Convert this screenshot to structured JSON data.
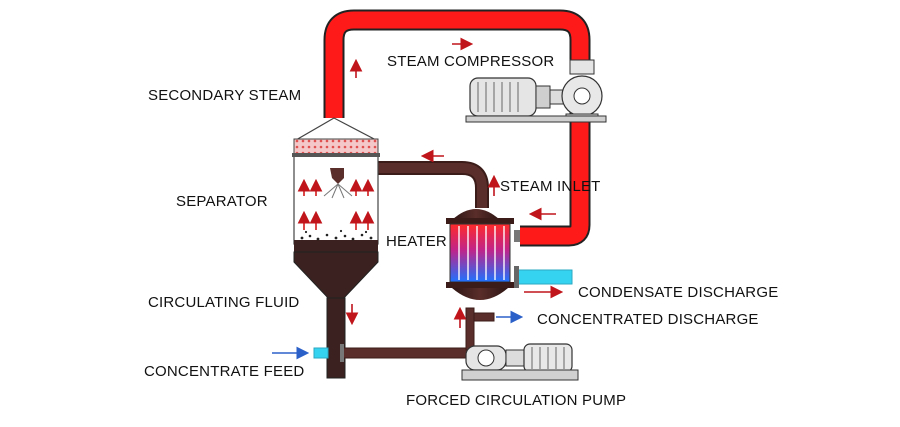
{
  "labels": {
    "secondary_steam": "SECONDARY STEAM",
    "steam_compressor": "STEAM COMPRESSOR",
    "separator": "SEPARATOR",
    "steam_inlet": "STEAM INLET",
    "heater": "HEATER",
    "circulating_fluid": "CIRCULATING FLUID",
    "condensate_discharge": "CONDENSATE DISCHARGE",
    "concentrated_discharge": "CONCENTRATED DISCHARGE",
    "concentrate_feed": "CONCENTRATE FEED",
    "forced_circulation_pump": "FORCED CIRCULATION PUMP"
  },
  "colors": {
    "steam_pipe": "#ff1a1a",
    "brown_pipe": "#5a2e2a",
    "condensate_pipe": "#35d3f0",
    "flow_arrow_red": "#c0151b",
    "flow_arrow_blue": "#2b60c9"
  },
  "icons": {
    "compressor": "steam-compressor-icon",
    "pump": "forced-circulation-pump-icon",
    "separator": "separator-vessel-icon",
    "heater": "heater-exchanger-icon"
  }
}
